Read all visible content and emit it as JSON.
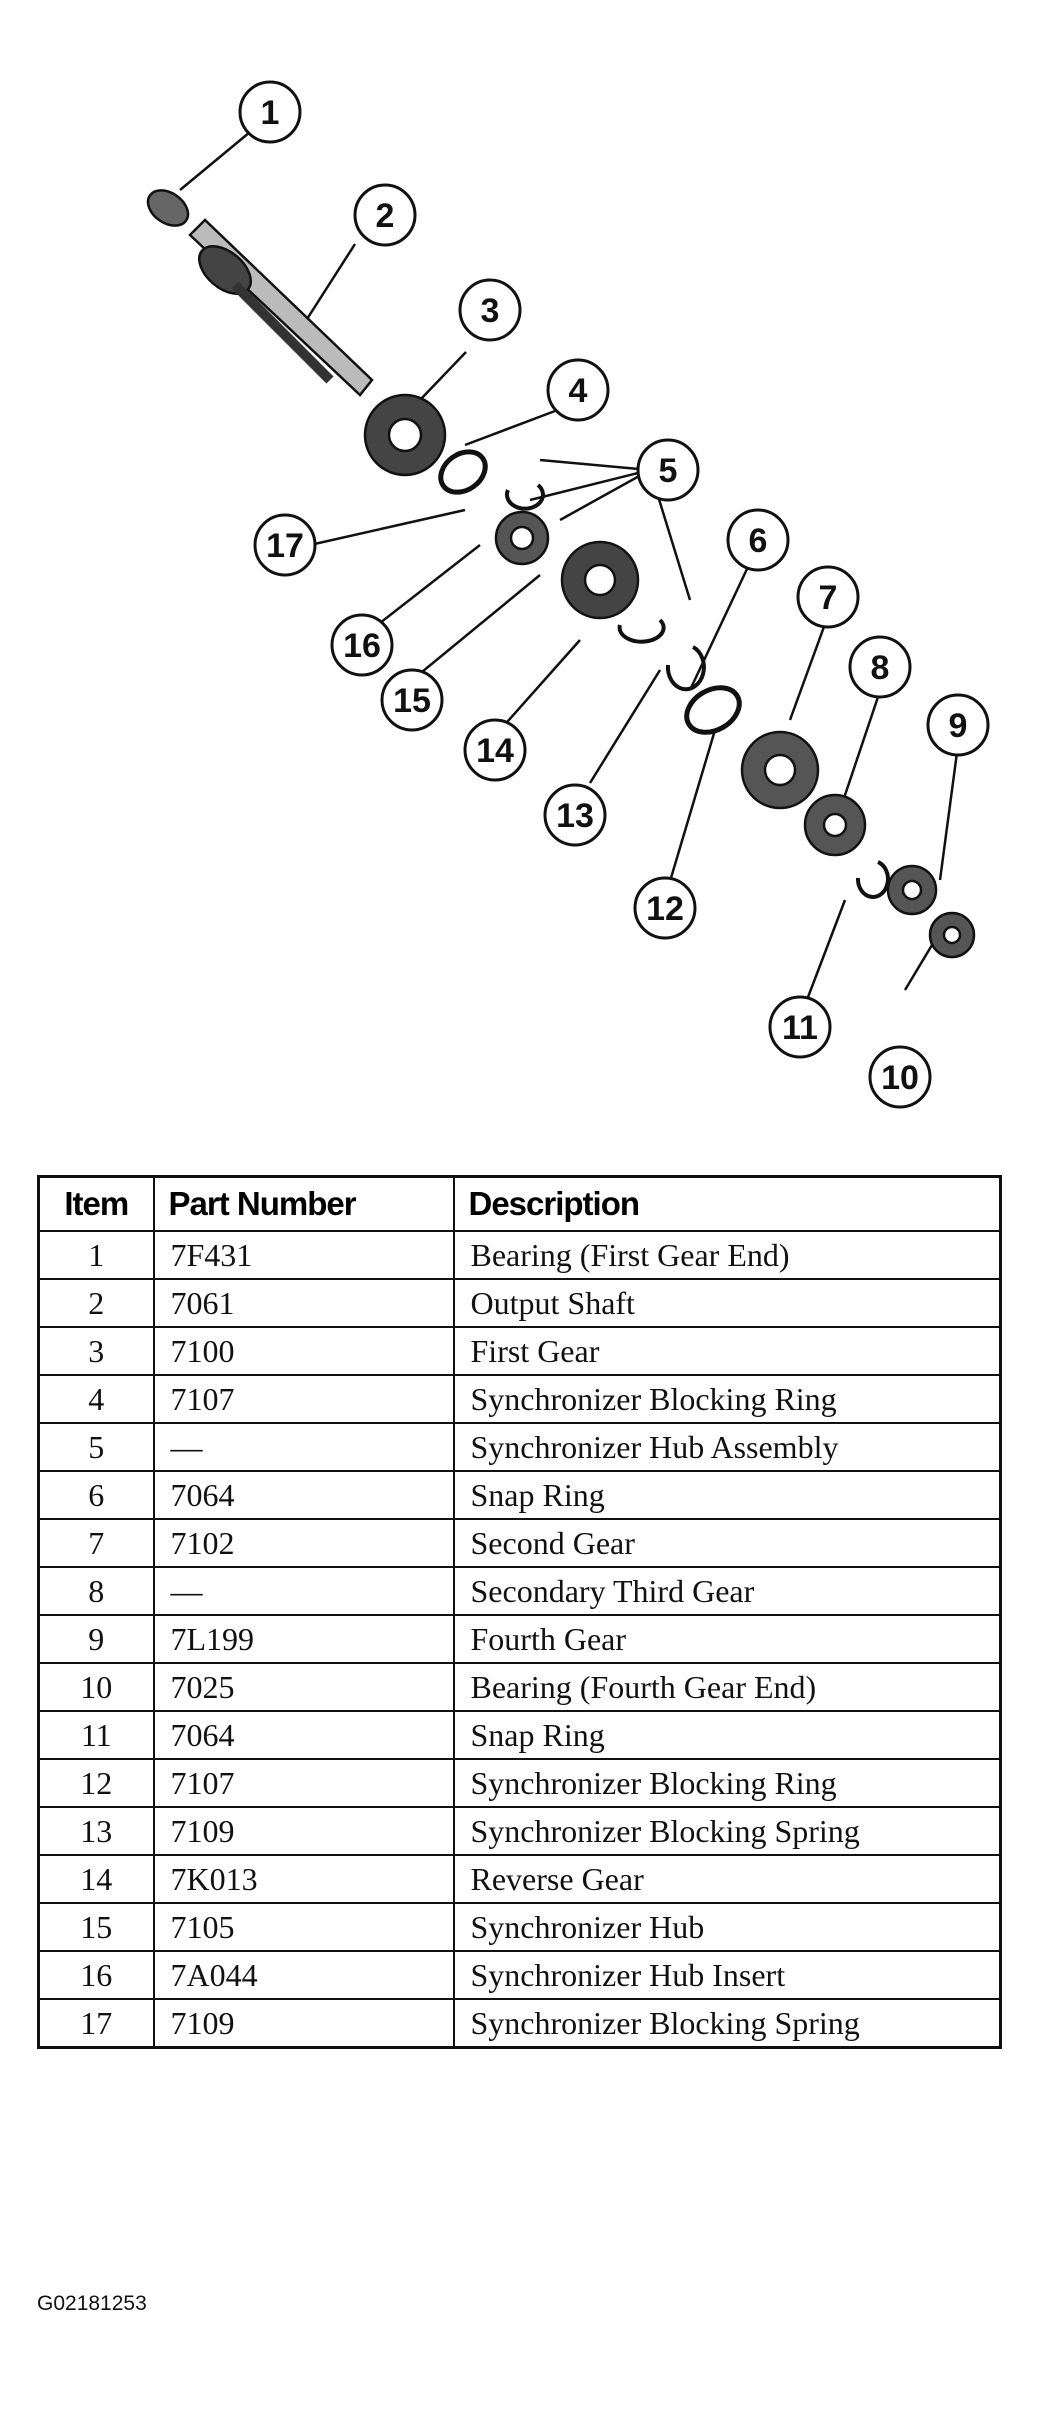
{
  "figure_code": "G02181253",
  "callouts": [
    "1",
    "2",
    "3",
    "4",
    "5",
    "6",
    "7",
    "8",
    "9",
    "10",
    "11",
    "12",
    "13",
    "14",
    "15",
    "16",
    "17"
  ],
  "table": {
    "headers": {
      "item": "Item",
      "part_number": "Part Number",
      "description": "Description"
    },
    "rows": [
      {
        "item": "1",
        "part": "7F431",
        "desc": "Bearing (First Gear End)"
      },
      {
        "item": "2",
        "part": "7061",
        "desc": "Output Shaft"
      },
      {
        "item": "3",
        "part": "7100",
        "desc": "First Gear"
      },
      {
        "item": "4",
        "part": "7107",
        "desc": "Synchronizer Blocking Ring"
      },
      {
        "item": "5",
        "part": "—",
        "desc": "Synchronizer Hub Assembly"
      },
      {
        "item": "6",
        "part": "7064",
        "desc": "Snap Ring"
      },
      {
        "item": "7",
        "part": "7102",
        "desc": "Second Gear"
      },
      {
        "item": "8",
        "part": "—",
        "desc": "Secondary Third Gear"
      },
      {
        "item": "9",
        "part": "7L199",
        "desc": "Fourth Gear"
      },
      {
        "item": "10",
        "part": "7025",
        "desc": "Bearing (Fourth Gear End)"
      },
      {
        "item": "11",
        "part": "7064",
        "desc": "Snap Ring"
      },
      {
        "item": "12",
        "part": "7107",
        "desc": "Synchronizer Blocking Ring"
      },
      {
        "item": "13",
        "part": "7109",
        "desc": "Synchronizer Blocking Spring"
      },
      {
        "item": "14",
        "part": "7K013",
        "desc": "Reverse Gear"
      },
      {
        "item": "15",
        "part": "7105",
        "desc": "Synchronizer Hub"
      },
      {
        "item": "16",
        "part": "7A044",
        "desc": "Synchronizer Hub Insert"
      },
      {
        "item": "17",
        "part": "7109",
        "desc": "Synchronizer Blocking Spring"
      }
    ]
  }
}
